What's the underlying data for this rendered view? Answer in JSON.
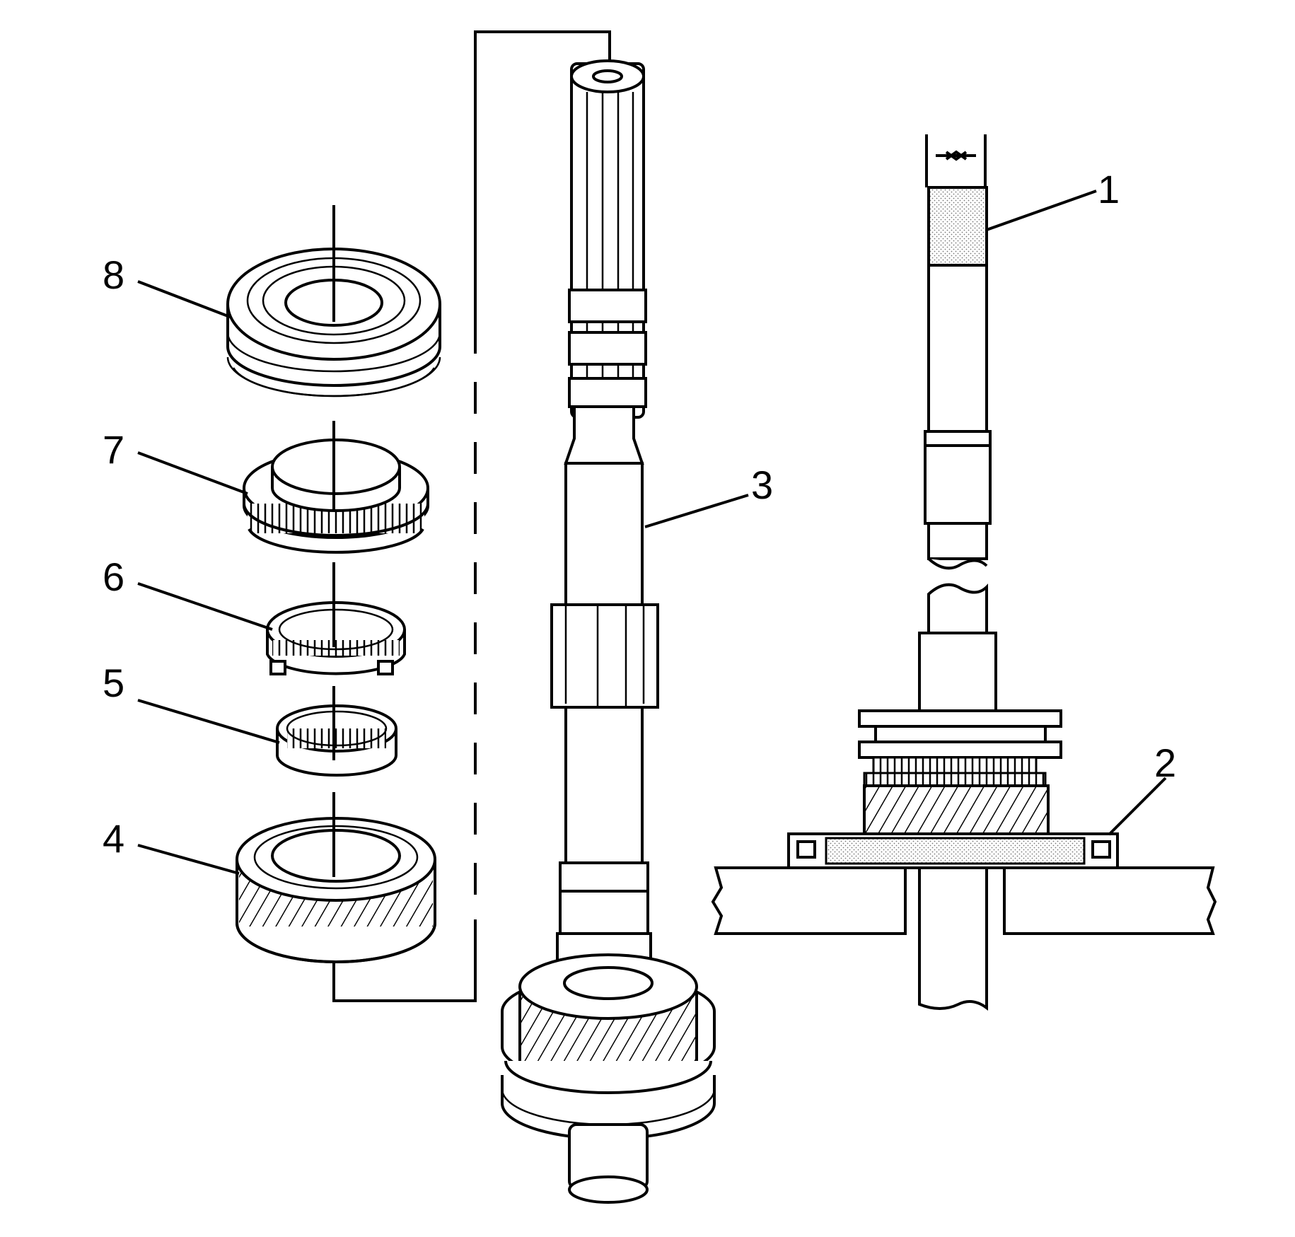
{
  "callouts": [
    {
      "id": "1",
      "text": "1"
    },
    {
      "id": "2",
      "text": "2"
    },
    {
      "id": "3",
      "text": "3"
    },
    {
      "id": "4",
      "text": "4"
    },
    {
      "id": "5",
      "text": "5"
    },
    {
      "id": "6",
      "text": "6"
    },
    {
      "id": "7",
      "text": "7"
    },
    {
      "id": "8",
      "text": "8"
    }
  ],
  "colors": {
    "ink": "#000000",
    "background": "#ffffff",
    "shading": "#9a9a9a"
  }
}
